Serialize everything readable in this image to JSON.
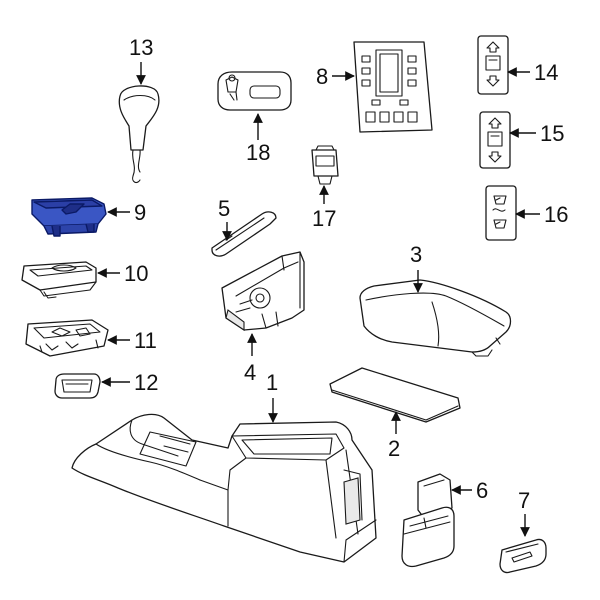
{
  "highlight_color": "#3a56c4",
  "callouts": [
    {
      "id": "1",
      "label": "1"
    },
    {
      "id": "2",
      "label": "2"
    },
    {
      "id": "3",
      "label": "3"
    },
    {
      "id": "4",
      "label": "4"
    },
    {
      "id": "5",
      "label": "5"
    },
    {
      "id": "6",
      "label": "6"
    },
    {
      "id": "7",
      "label": "7"
    },
    {
      "id": "8",
      "label": "8"
    },
    {
      "id": "9",
      "label": "9"
    },
    {
      "id": "10",
      "label": "10"
    },
    {
      "id": "11",
      "label": "11"
    },
    {
      "id": "12",
      "label": "12"
    },
    {
      "id": "13",
      "label": "13"
    },
    {
      "id": "14",
      "label": "14"
    },
    {
      "id": "15",
      "label": "15"
    },
    {
      "id": "16",
      "label": "16"
    },
    {
      "id": "17",
      "label": "17"
    },
    {
      "id": "18",
      "label": "18"
    }
  ],
  "highlighted_part": "9"
}
